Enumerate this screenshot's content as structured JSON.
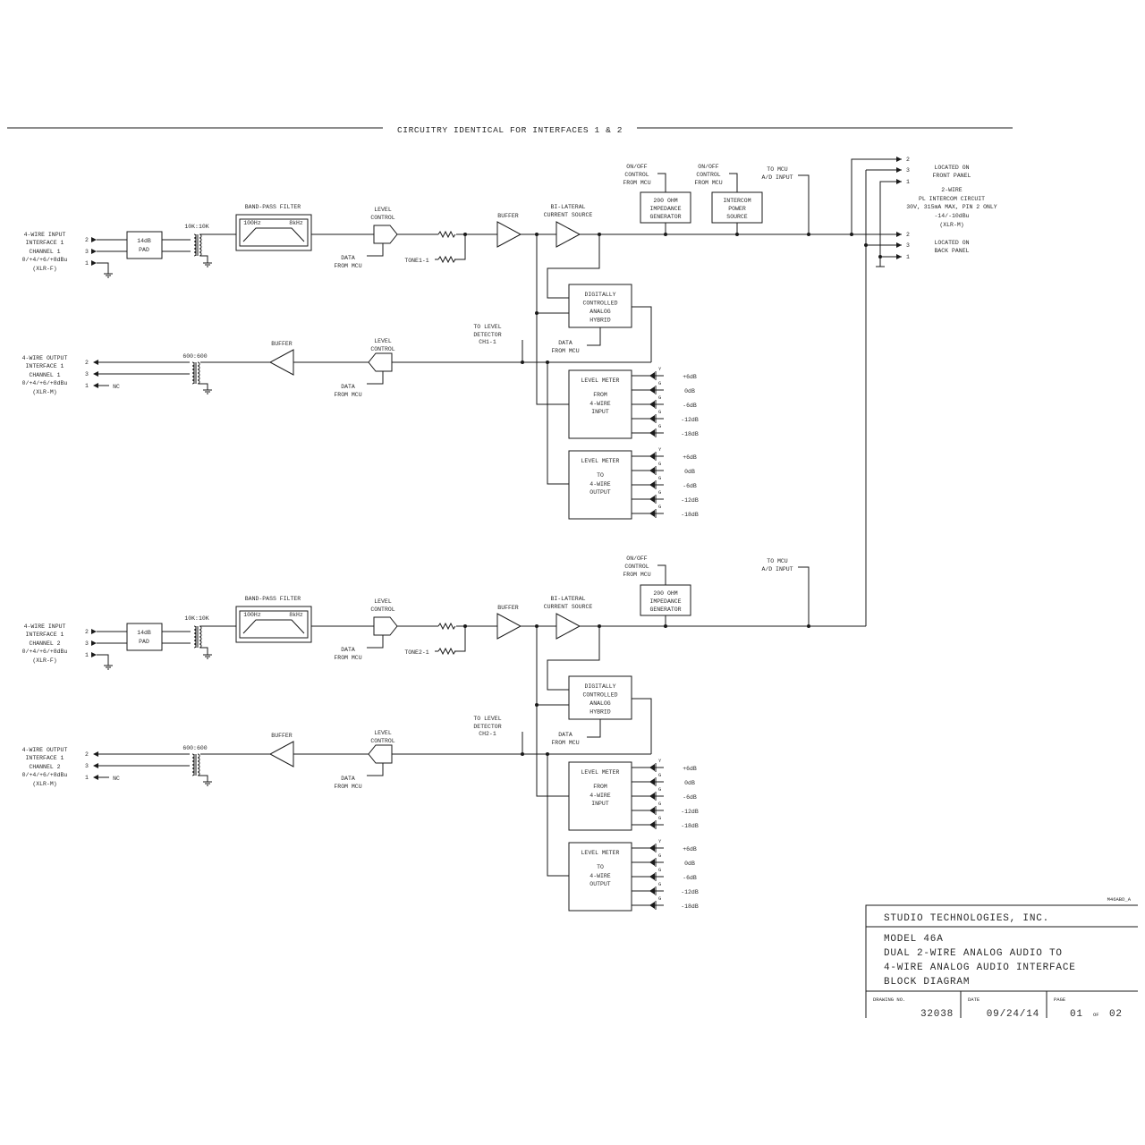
{
  "header": {
    "title": "CIRCUITRY IDENTICAL FOR INTERFACES 1 & 2"
  },
  "drawing_code": "M46ABD_A",
  "channels": [
    {
      "input_label": [
        "4-WIRE INPUT",
        "INTERFACE 1",
        "CHANNEL 1",
        "0/+4/+6/+8dBu",
        "(XLR-F)"
      ],
      "output_label": [
        "4-WIRE OUTPUT",
        "INTERFACE 1",
        "CHANNEL 1",
        "0/+4/+6/+8dBu",
        "(XLR-M)"
      ],
      "tone": "TONE1-1",
      "level_detector": [
        "TO LEVEL",
        "DETECTOR",
        "CH1-1"
      ]
    },
    {
      "input_label": [
        "4-WIRE INPUT",
        "INTERFACE 1",
        "CHANNEL 2",
        "0/+4/+6/+8dBu",
        "(XLR-F)"
      ],
      "output_label": [
        "4-WIRE OUTPUT",
        "INTERFACE 1",
        "CHANNEL 2",
        "0/+4/+6/+8dBu",
        "(XLR-M)"
      ],
      "tone": "TONE2-1",
      "level_detector": [
        "TO LEVEL",
        "DETECTOR",
        "CH2-1"
      ]
    }
  ],
  "common": {
    "pad": [
      "14dB",
      "PAD"
    ],
    "xfmr_in": "10K:10K",
    "xfmr_out": "600:600",
    "bandpass": {
      "title": "BAND-PASS FILTER",
      "low": "100Hz",
      "high": "8kHz"
    },
    "level_control": [
      "LEVEL",
      "CONTROL"
    ],
    "data_from_mcu": [
      "DATA",
      "FROM MCU"
    ],
    "buffer": "BUFFER",
    "bilateral": [
      "BI-LATERAL",
      "CURRENT SOURCE"
    ],
    "hybrid": [
      "DIGITALLY",
      "CONTROLLED",
      "ANALOG",
      "HYBRID"
    ],
    "meter_in": [
      "LEVEL METER",
      "FROM",
      "4-WIRE",
      "INPUT"
    ],
    "meter_out": [
      "LEVEL METER",
      "TO",
      "4-WIRE",
      "OUTPUT"
    ],
    "led_levels": [
      "+6dB",
      "0dB",
      "-6dB",
      "-12dB",
      "-18dB"
    ],
    "led_colors": [
      "Y",
      "G",
      "G",
      "G",
      "G"
    ],
    "nc": "NC",
    "pins": [
      "2",
      "3",
      "1"
    ]
  },
  "control": {
    "onoff": [
      "ON/OFF",
      "CONTROL",
      "FROM MCU"
    ],
    "impedance": [
      "200 OHM",
      "IMPEDANCE",
      "GENERATOR"
    ],
    "intercom": [
      "INTERCOM",
      "POWER",
      "SOURCE"
    ],
    "to_mcu": [
      "TO MCU",
      "A/D INPUT"
    ]
  },
  "connectors": {
    "front": [
      "LOCATED ON",
      "FRONT PANEL"
    ],
    "twowire": [
      "2-WIRE",
      "PL INTERCOM CIRCUIT",
      "30V, 315mA MAX, PIN 2 ONLY",
      "-14/-10dBu",
      "(XLR-M)"
    ],
    "back": [
      "LOCATED ON",
      "BACK PANEL"
    ]
  },
  "title_block": {
    "company": "STUDIO TECHNOLOGIES, INC.",
    "model": "MODEL 46A",
    "desc1": "DUAL 2-WIRE ANALOG AUDIO TO",
    "desc2": "4-WIRE ANALOG AUDIO INTERFACE",
    "desc3": "BLOCK DIAGRAM",
    "drawing_no_label": "DRAWING NO.",
    "drawing_no": "32038",
    "date_label": "DATE",
    "date": "09/24/14",
    "page_label": "PAGE",
    "page": "01",
    "of_label": "OF",
    "pages": "02"
  }
}
